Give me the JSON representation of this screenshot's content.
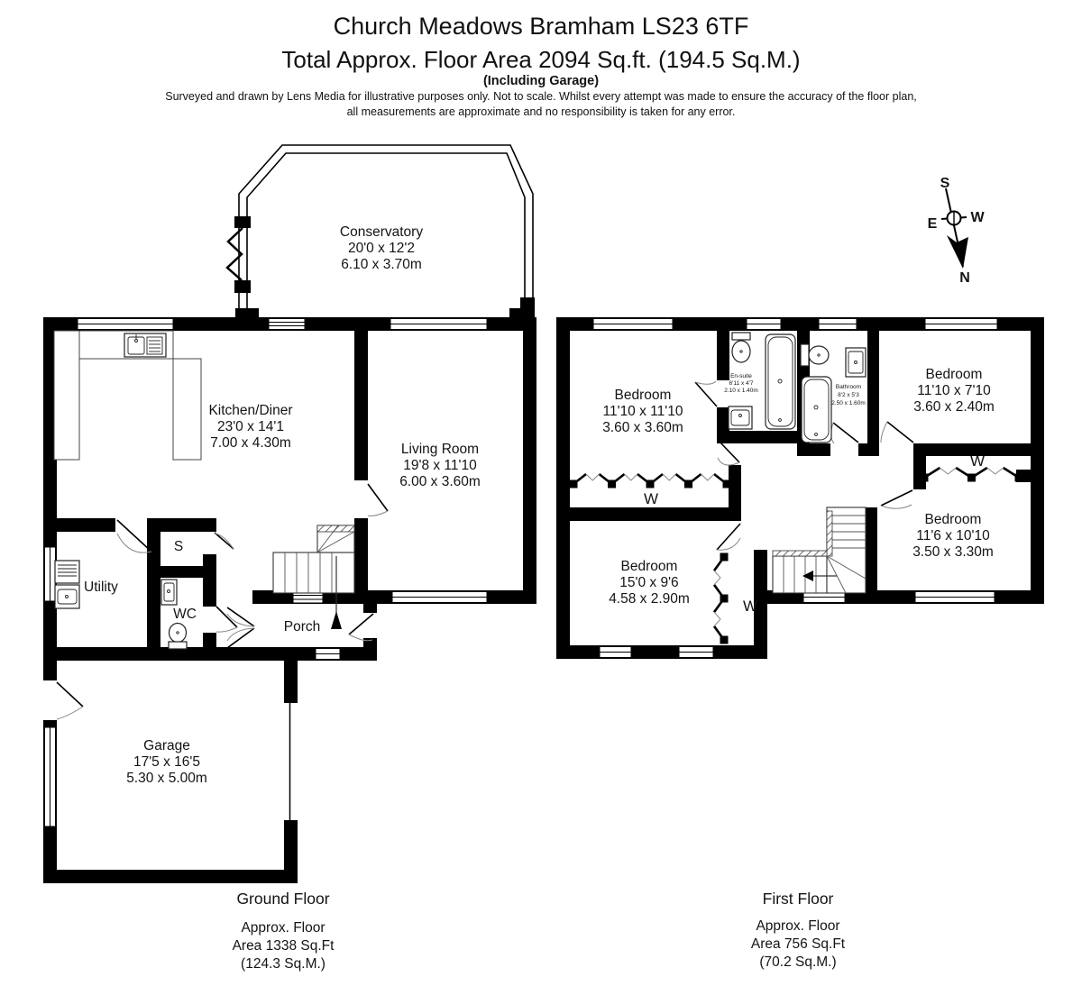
{
  "header": {
    "title": "Church Meadows Bramham LS23 6TF",
    "subtitle": "Total Approx. Floor Area 2094 Sq.ft. (194.5 Sq.M.)",
    "note": "(Including Garage)",
    "disclaimer1": "Surveyed and drawn by Lens Media for illustrative purposes only. Not to scale. Whilst every attempt was made to ensure the accuracy of the floor plan,",
    "disclaimer2": "all measurements are approximate and no responsibility is taken for any error."
  },
  "compass": {
    "north": "N",
    "south": "S",
    "east": "E",
    "west": "W"
  },
  "ground": {
    "title": "Ground Floor",
    "area": [
      "Approx. Floor",
      "Area 1338 Sq.Ft",
      "(124.3 Sq.M.)"
    ],
    "rooms": {
      "conservatory": {
        "name": "Conservatory",
        "imperial": "20'0 x 12'2",
        "metric": "6.10 x 3.70m"
      },
      "kitchen": {
        "name": "Kitchen/Diner",
        "imperial": "23'0 x 14'1",
        "metric": "7.00 x 4.30m"
      },
      "living": {
        "name": "Living Room",
        "imperial": "19'8 x 11'10",
        "metric": "6.00 x 3.60m"
      },
      "garage": {
        "name": "Garage",
        "imperial": "17'5 x 16'5",
        "metric": "5.30 x 5.00m"
      },
      "utility": {
        "name": "Utility"
      },
      "store": {
        "name": "S"
      },
      "wc": {
        "name": "WC"
      },
      "porch": {
        "name": "Porch"
      }
    }
  },
  "first": {
    "title": "First Floor",
    "area": [
      "Approx. Floor",
      "Area 756 Sq.Ft",
      "(70.2 Sq.M.)"
    ],
    "wardrobe_label": "W",
    "rooms": {
      "bedroom1": {
        "name": "Bedroom",
        "imperial": "11'10 x 11'10",
        "metric": "3.60 x 3.60m"
      },
      "bedroom2": {
        "name": "Bedroom",
        "imperial": "11'10 x 7'10",
        "metric": "3.60 x 2.40m"
      },
      "bedroom3": {
        "name": "Bedroom",
        "imperial": "11'6 x 10'10",
        "metric": "3.50 x 3.30m"
      },
      "bedroom4": {
        "name": "Bedroom",
        "imperial": "15'0 x 9'6",
        "metric": "4.58 x 2.90m"
      },
      "ensuite": {
        "name": "En-suite",
        "imperial": "6'11 x 4'7",
        "metric": "2.10 x 1.40m"
      },
      "bathroom": {
        "name": "Bathroom",
        "imperial": "8'2 x 5'3",
        "metric": "2.50 x 1.60m"
      }
    }
  }
}
